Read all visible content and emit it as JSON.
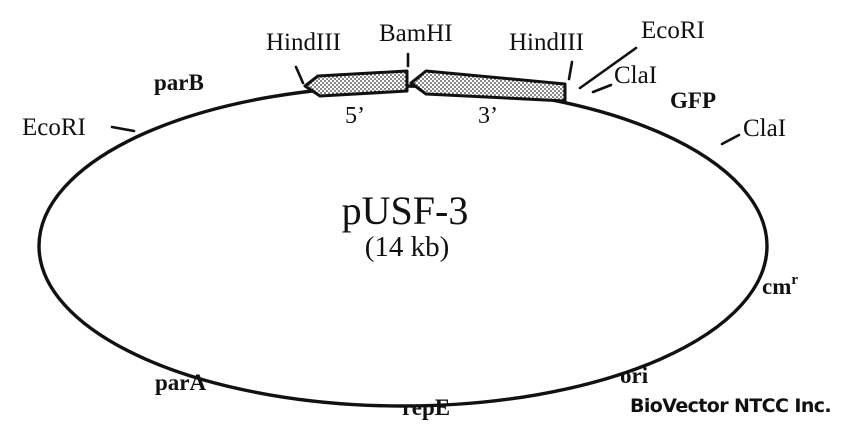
{
  "plasmid": {
    "name": "pUSF-3",
    "size": "(14 kb)"
  },
  "restriction_sites": {
    "hindiii_left": "HindIII",
    "bamhi": "BamHI",
    "hindiii_right": "HindIII",
    "ecori_top": "EcoRI",
    "clai_top": "ClaI",
    "clai_right": "ClaI",
    "ecori_left": "EcoRI"
  },
  "genes": {
    "parB": "parB",
    "gfp": "GFP",
    "cmr_base": "cm",
    "cmr_superscript": "r",
    "ori": "ori",
    "repE": "repE",
    "parA": "parA"
  },
  "insert_ends": {
    "five_prime": "5’",
    "three_prime": "3’"
  },
  "credit": "BioVector NTCC Inc.",
  "colors": {
    "ink": "#111111",
    "background": "#ffffff"
  }
}
